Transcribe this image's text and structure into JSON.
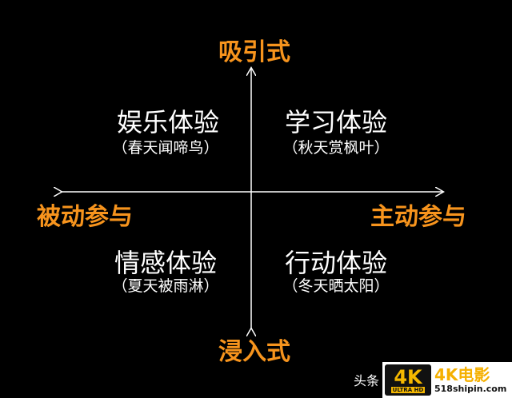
{
  "axes": {
    "top": "吸引式",
    "bottom": "浸入式",
    "left": "被动参与",
    "right": "主动参与"
  },
  "quadrants": [
    {
      "title": "娱乐体验",
      "subtitle": "（春天闻啼鸟）"
    },
    {
      "title": "学习体验",
      "subtitle": "（秋天赏枫叶）"
    },
    {
      "title": "情感体验",
      "subtitle": "（夏天被雨淋）"
    },
    {
      "title": "行动体验",
      "subtitle": "（冬天晒太阳）"
    }
  ],
  "colors": {
    "accent": "#f7941d",
    "text": "#ffffff",
    "background": "#000000"
  },
  "watermark": {
    "prefix": "头条",
    "badge": "4K",
    "badge_sub": "ULTRA HD",
    "name": "4K电影",
    "url": "518shipin.com"
  }
}
